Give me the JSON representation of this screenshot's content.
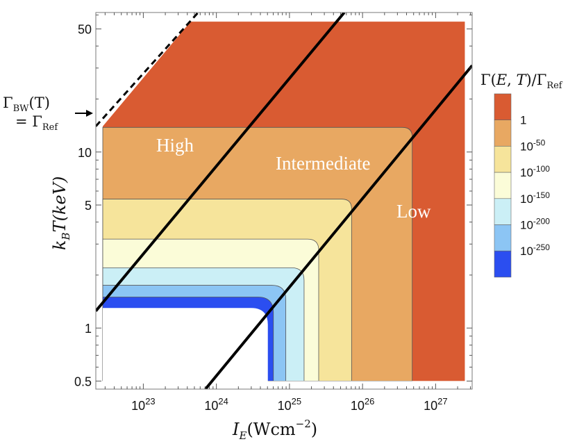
{
  "chart_data": {
    "type": "contour",
    "title": "",
    "xlabel": {
      "base": "I",
      "sub": "E",
      "unit": "(Wcm",
      "unit_exp": "−2",
      "unit_close": ")"
    },
    "ylabel": {
      "base": "k",
      "sub": "B",
      "rest": "T(keV)"
    },
    "x_scale": "log",
    "y_scale": "log",
    "xlim_log10": [
      22.35,
      27.5
    ],
    "ylim": [
      0.45,
      62
    ],
    "x_ticks": [
      {
        "exp": 23,
        "base": "10",
        "sup": "23"
      },
      {
        "exp": 24,
        "base": "10",
        "sup": "24"
      },
      {
        "exp": 25,
        "base": "10",
        "sup": "25"
      },
      {
        "exp": 26,
        "base": "10",
        "sup": "26"
      },
      {
        "exp": 27,
        "base": "10",
        "sup": "27"
      }
    ],
    "y_ticks": [
      {
        "value": 0.5,
        "label": "0.5"
      },
      {
        "value": 1,
        "label": "1"
      },
      {
        "value": 5,
        "label": "5"
      },
      {
        "value": 10,
        "label": "10"
      },
      {
        "value": 50,
        "label": "50"
      }
    ],
    "legend": {
      "title": {
        "gamma": "Γ(",
        "e": "E",
        "comma": ", ",
        "t": "T",
        "close": ")/Γ",
        "sub": "Ref"
      },
      "entries": [
        {
          "color": "#d95b32",
          "base": "1",
          "sup": ""
        },
        {
          "color": "#e8a862",
          "base": "10",
          "sup": "-50"
        },
        {
          "color": "#f6e49b",
          "base": "10",
          "sup": "-100"
        },
        {
          "color": "#fbfcd8",
          "base": "10",
          "sup": "-150"
        },
        {
          "color": "#cbeff6",
          "base": "10",
          "sup": "-200"
        },
        {
          "color": "#8cc5f4",
          "base": "10",
          "sup": "-250"
        },
        {
          "color": "#2b4ef0",
          "base": "",
          "sup": ""
        }
      ]
    },
    "contour_regions": [
      {
        "level": "1",
        "color": "#d95b32",
        "x_max": 27.4,
        "t_max": 55
      },
      {
        "level": "10^-50",
        "color": "#e8a862",
        "x_max": 26.68,
        "t_max": 13.8
      },
      {
        "level": "10^-100",
        "color": "#f6e49b",
        "x_max": 25.85,
        "t_max": 5.4
      },
      {
        "level": "10^-150",
        "color": "#fbfcd8",
        "x_max": 25.4,
        "t_max": 3.2
      },
      {
        "level": "10^-200",
        "color": "#cbeff6",
        "x_max": 25.2,
        "t_max": 2.2
      },
      {
        "level": "10^-250",
        "color": "#8cc5f4",
        "x_max": 24.95,
        "t_max": 1.75
      },
      {
        "level": "below",
        "color": "#2b4ef0",
        "x_max": 24.78,
        "t_max": 1.5
      }
    ],
    "annotations": {
      "gamma_bw": {
        "base": "Γ",
        "sub": "BW",
        "arg": "(T)"
      },
      "eq_ref": {
        "base": "= Γ",
        "sub": "Ref"
      },
      "regions": [
        "High",
        "Intermediate",
        "Low"
      ]
    },
    "boundary_lines": [
      {
        "name": "dashed-cutoff",
        "style": "dashed",
        "points": [
          [
            22.35,
            14
          ],
          [
            23.75,
            62
          ]
        ]
      },
      {
        "name": "high-intermediate-boundary",
        "style": "solid",
        "points": [
          [
            22.35,
            1.25
          ],
          [
            25.75,
            62
          ]
        ]
      },
      {
        "name": "intermediate-low-boundary",
        "style": "solid",
        "points": [
          [
            23.85,
            0.45
          ],
          [
            27.5,
            31
          ]
        ]
      }
    ]
  }
}
